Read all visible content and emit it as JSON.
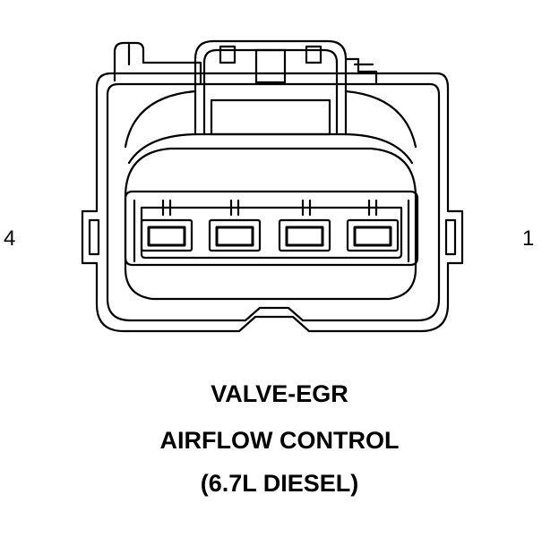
{
  "pin_labels": {
    "left": "4",
    "right": "1"
  },
  "caption": {
    "line1": "VALVE-EGR",
    "line2": "AIRFLOW CONTROL",
    "line3": "(6.7L DIESEL)"
  },
  "colors": {
    "stroke": "#000000",
    "background": "#ffffff"
  },
  "terminals": {
    "count": 4
  }
}
